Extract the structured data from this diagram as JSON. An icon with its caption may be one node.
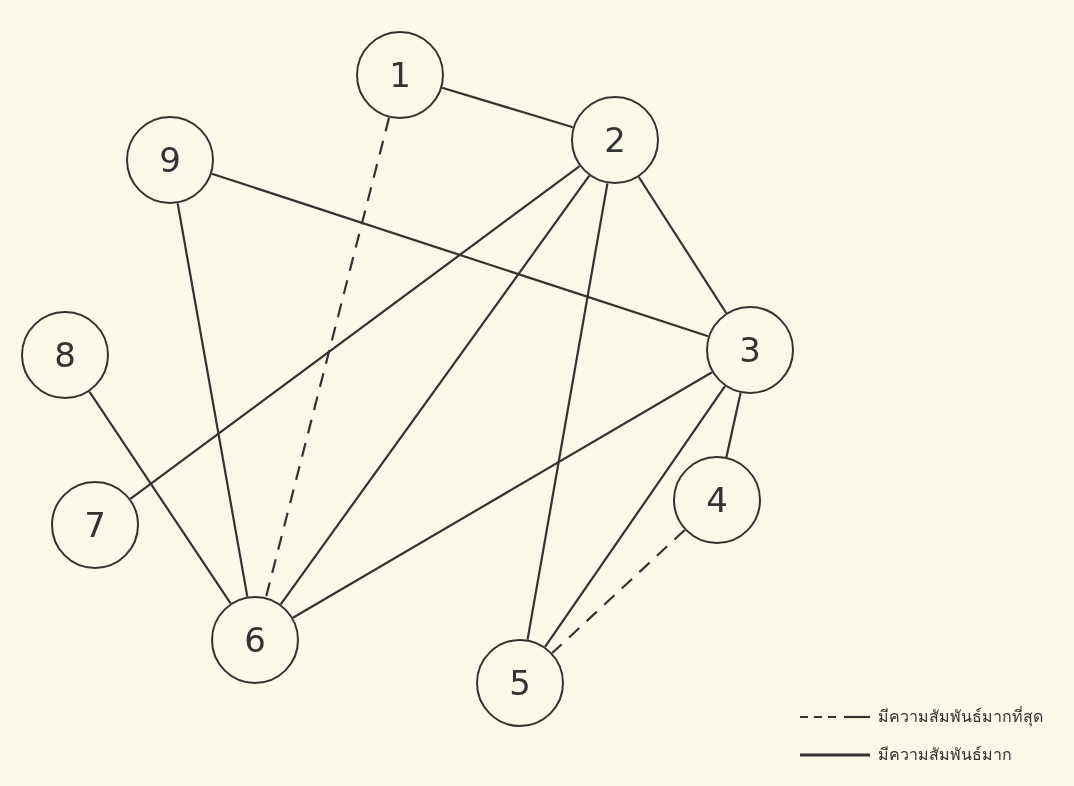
{
  "diagram": {
    "nodes": [
      {
        "text": [
          "1"
        ]
      },
      {
        "text": [
          "2"
        ]
      },
      {
        "text": [
          "9"
        ]
      },
      {
        "text": [
          "3"
        ]
      },
      {
        "text": [
          "8"
        ]
      },
      {
        "text": [
          "7"
        ]
      },
      {
        "text": [
          "4"
        ]
      },
      {
        "text": [
          "6"
        ]
      },
      {
        "text": [
          "5"
        ]
      }
    ],
    "edges": [
      {
        "from": 0,
        "to": 1,
        "arrow": "none"
      },
      {
        "from": 0,
        "to": 7,
        "arrow": "none",
        "style": "dashed"
      },
      {
        "from": 2,
        "to": 3,
        "arrow": "none"
      },
      {
        "from": 2,
        "to": 7,
        "arrow": "none"
      },
      {
        "from": 1,
        "to": 3,
        "arrow": "none"
      },
      {
        "from": 1,
        "to": 5,
        "arrow": "none"
      },
      {
        "from": 1,
        "to": 7,
        "arrow": "none"
      },
      {
        "from": 1,
        "to": 8,
        "arrow": "none"
      },
      {
        "from": 3,
        "to": 7,
        "arrow": "none"
      },
      {
        "from": 3,
        "to": 8,
        "arrow": "none"
      },
      {
        "from": 3,
        "to": 6,
        "arrow": "none"
      },
      {
        "from": 6,
        "to": 8,
        "arrow": "none",
        "style": "dashed"
      },
      {
        "from": 4,
        "to": 7,
        "arrow": "none"
      }
    ],
    "legend": [
      {
        "text": "มีความสัมพันธ์มากที่สุด"
      },
      {
        "text": "มีความสัมพันธ์มาก"
      }
    ]
  }
}
